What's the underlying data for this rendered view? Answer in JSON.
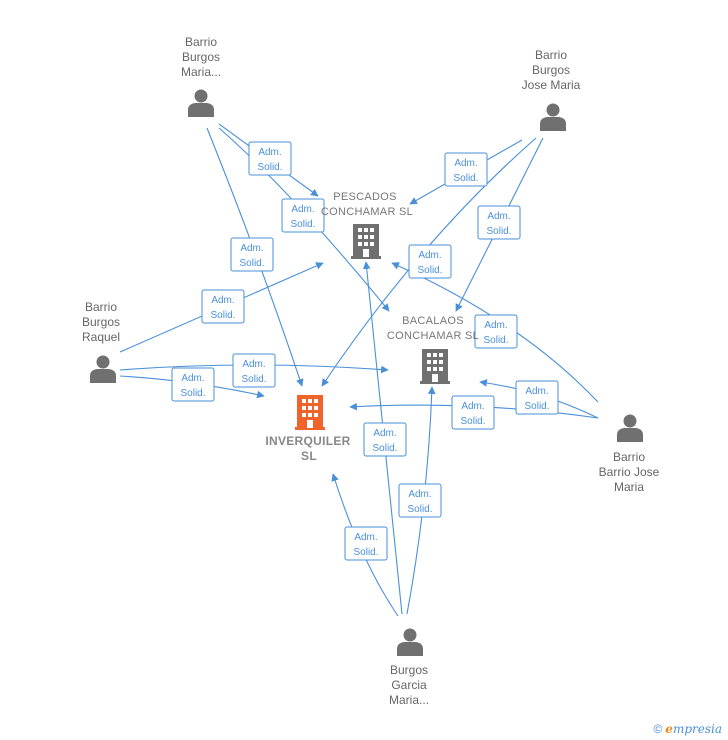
{
  "nodes": {
    "burgos_maria": {
      "lines": [
        "Barrio",
        "Burgos",
        "Maria..."
      ],
      "kind": "person"
    },
    "burgos_jose": {
      "lines": [
        "Barrio",
        "Burgos",
        "Jose Maria"
      ],
      "kind": "person"
    },
    "burgos_raquel": {
      "lines": [
        "Barrio",
        "Burgos",
        "Raquel"
      ],
      "kind": "person"
    },
    "barrio_jose": {
      "lines": [
        "Barrio",
        "Barrio Jose",
        "Maria"
      ],
      "kind": "person"
    },
    "garcia_maria": {
      "lines": [
        "Burgos",
        "Garcia",
        "Maria..."
      ],
      "kind": "person"
    },
    "pescados": {
      "lines": [
        "PESCADOS",
        "CONCHAMAR SL"
      ],
      "kind": "company"
    },
    "bacalaos": {
      "lines": [
        "BACALAOS",
        "CONCHAMAR SL"
      ],
      "kind": "company"
    },
    "inverquiler": {
      "lines": [
        "INVERQUILER",
        "SL"
      ],
      "kind": "company-main"
    }
  },
  "edge_label": [
    "Adm.",
    "Solid."
  ],
  "colors": {
    "edge": "#4a90d9",
    "person_icon": "#707070",
    "company_icon": "#707070",
    "main_company_icon": "#f0642c"
  },
  "footer": {
    "copyright": "©",
    "brand_initial": "e",
    "brand_rest": "mpresia"
  }
}
